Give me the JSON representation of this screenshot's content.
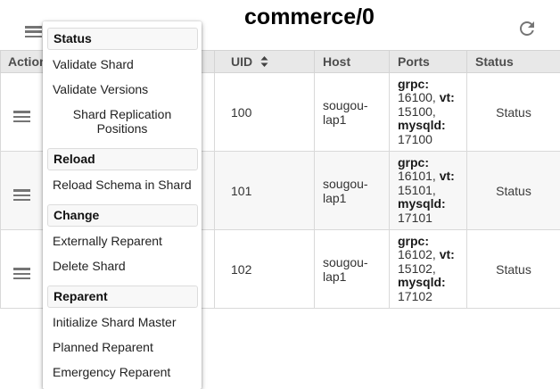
{
  "header": {
    "title": "commerce/0"
  },
  "icons": {
    "menu": "hamburger-icon",
    "refresh": "refresh-icon",
    "sort": "sort-arrows-icon",
    "row_actions": "hamburger-icon"
  },
  "colors": {
    "table_header_bg": "#e8e8e8",
    "alt_row_bg": "#f7f7f7",
    "border": "#d9d9d9",
    "icon_gray": "#757575"
  },
  "menu": {
    "sections": [
      {
        "header": "Status",
        "items": [
          "Validate Shard",
          "Validate Versions",
          "Shard Replication Positions"
        ]
      },
      {
        "header": "Reload",
        "items": [
          "Reload Schema in Shard"
        ]
      },
      {
        "header": "Change",
        "items": [
          "Externally Reparent",
          "Delete Shard"
        ]
      },
      {
        "header": "Reparent",
        "items": [
          "Initialize Shard Master",
          "Planned Reparent",
          "Emergency Reparent"
        ]
      }
    ]
  },
  "table": {
    "headers": {
      "action": "Action",
      "hidden": "",
      "uid": "UID",
      "host": "Host",
      "ports": "Ports",
      "status": "Status"
    },
    "rows": [
      {
        "uid": "100",
        "host": "sougou-lap1",
        "ports": [
          {
            "label": "grpc:",
            "value": "16100"
          },
          {
            "label": "vt:",
            "value": "15100"
          },
          {
            "label": "mysqld:",
            "value": "17100"
          }
        ],
        "status": "Status"
      },
      {
        "uid": "101",
        "host": "sougou-lap1",
        "ports": [
          {
            "label": "grpc:",
            "value": "16101"
          },
          {
            "label": "vt:",
            "value": "15101"
          },
          {
            "label": "mysqld:",
            "value": "17101"
          }
        ],
        "status": "Status"
      },
      {
        "uid": "102",
        "host": "sougou-lap1",
        "ports": [
          {
            "label": "grpc:",
            "value": "16102"
          },
          {
            "label": "vt:",
            "value": "15102"
          },
          {
            "label": "mysqld:",
            "value": "17102"
          }
        ],
        "status": "Status"
      }
    ]
  }
}
